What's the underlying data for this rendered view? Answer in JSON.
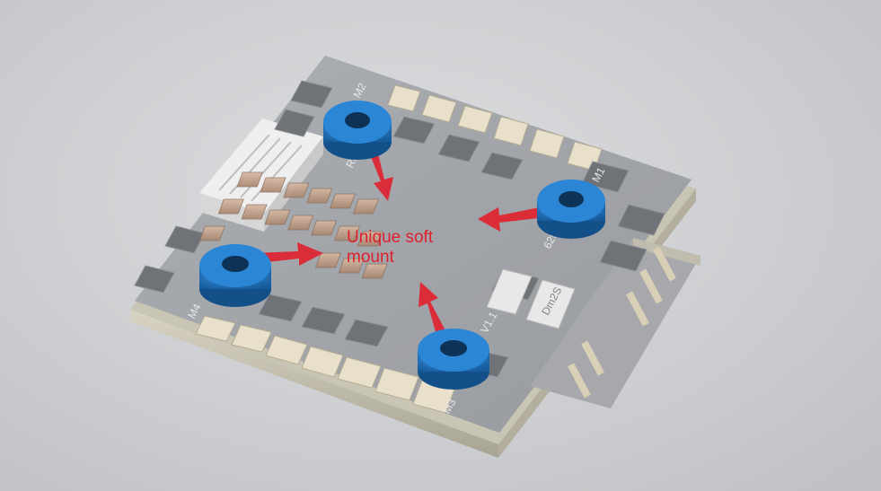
{
  "annotation": {
    "line1": "Unique soft",
    "line2": "mount",
    "color": "#e0202c"
  },
  "board_labels": {
    "m1": "M1",
    "m2": "M2",
    "m3": "M3",
    "m4": "M4",
    "chip_a": "6291",
    "chip_b": "Dm2S",
    "chip_c": "V1.1",
    "sensor": "R34"
  },
  "colors": {
    "board": "#8e9196",
    "grommet": "#1f76c4",
    "pad": "#e6dcc8",
    "arrow": "#e0202c"
  },
  "icons": [
    "grommet-icon",
    "arrow-icon"
  ]
}
